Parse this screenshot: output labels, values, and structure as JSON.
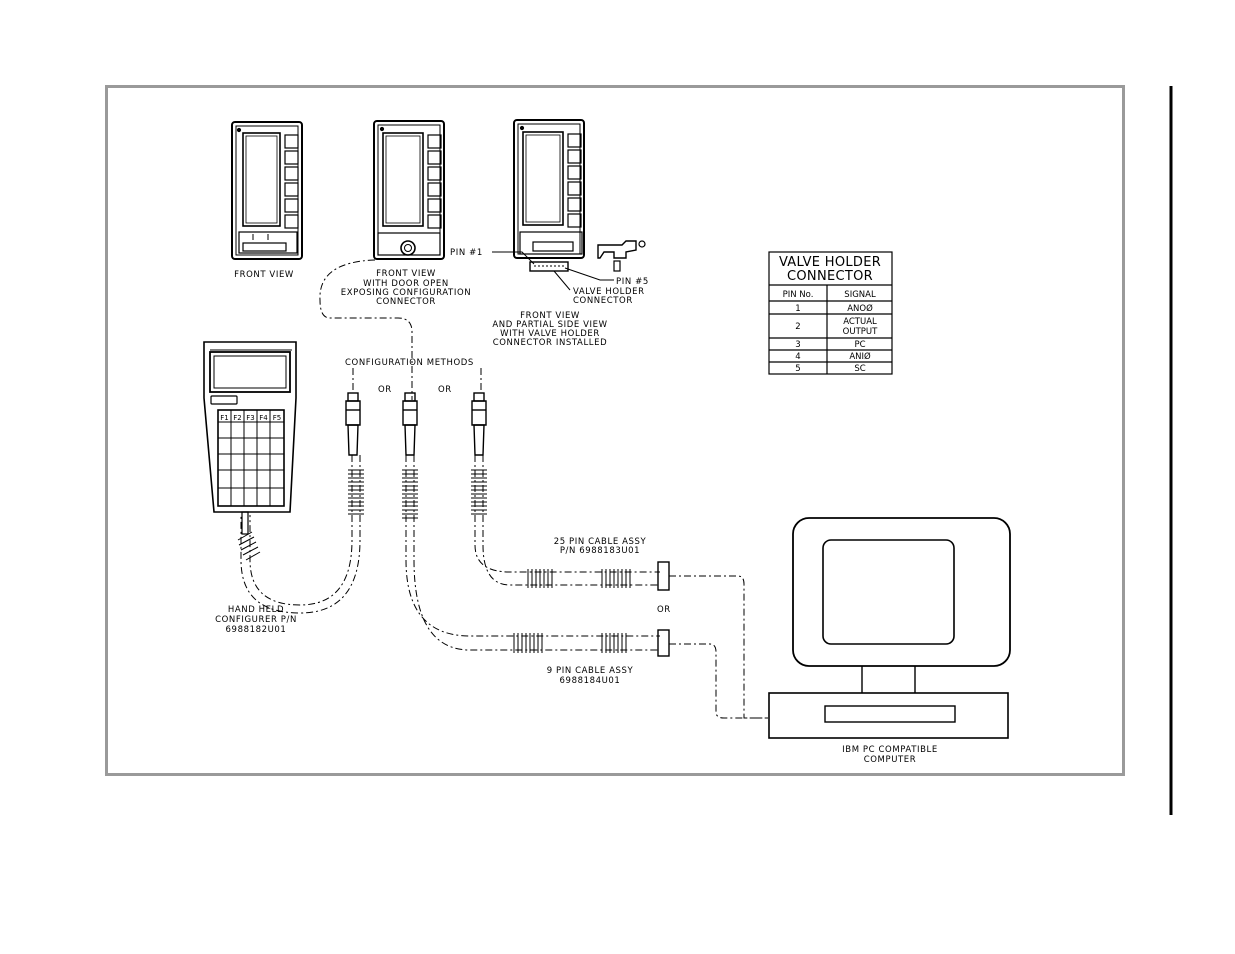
{
  "views": {
    "front": "FRONT VIEW",
    "door_open": [
      "FRONT VIEW",
      "WITH DOOR OPEN",
      "EXPOSING CONFIGURATION",
      "CONNECTOR"
    ],
    "partial_side": [
      "FRONT VIEW",
      "AND PARTIAL SIDE VIEW",
      "WITH VALVE HOLDER",
      "CONNECTOR INSTALLED"
    ]
  },
  "pins": {
    "pin1": "PIN #1",
    "pin5": "PIN #5",
    "valve_holder_connector": [
      "VALVE HOLDER",
      "CONNECTOR"
    ]
  },
  "methods": {
    "title": "CONFIGURATION METHODS",
    "or_1": "OR",
    "or_2": "OR",
    "or_3": "OR"
  },
  "handheld": {
    "label": [
      "HAND HELD",
      "CONFIGURER P/N",
      "6988182U01"
    ],
    "function_keys": [
      "F1",
      "F2",
      "F3",
      "F4",
      "F5"
    ]
  },
  "cables": {
    "pin25": [
      "25 PIN CABLE ASSY",
      "P/N 6988183U01"
    ],
    "pin9": [
      "9 PIN CABLE ASSY",
      "6988184U01"
    ]
  },
  "computer": {
    "label": [
      "IBM PC COMPATIBLE",
      "COMPUTER"
    ]
  },
  "table": {
    "title": [
      "VALVE HOLDER",
      "CONNECTOR"
    ],
    "headers": [
      "PIN No.",
      "SIGNAL"
    ],
    "rows": [
      {
        "pin": "1",
        "signal": [
          "ANOØ"
        ]
      },
      {
        "pin": "2",
        "signal": [
          "ACTUAL",
          "OUTPUT"
        ]
      },
      {
        "pin": "3",
        "signal": [
          "PC"
        ]
      },
      {
        "pin": "4",
        "signal": [
          "ANIØ"
        ]
      },
      {
        "pin": "5",
        "signal": [
          "SC"
        ]
      }
    ]
  }
}
